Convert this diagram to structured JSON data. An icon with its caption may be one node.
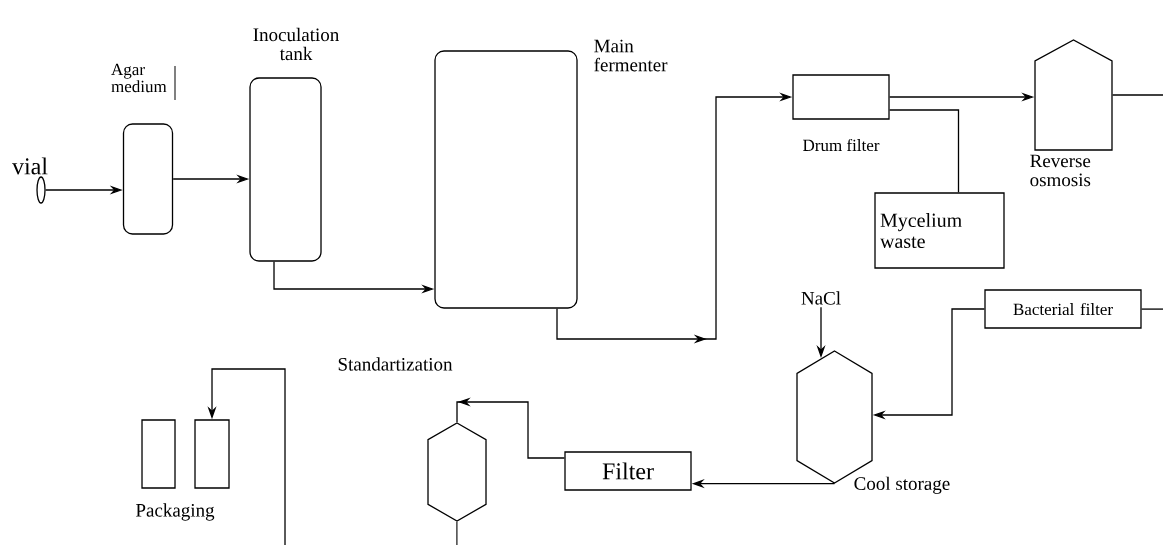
{
  "diagram": {
    "nodes": [
      {
        "text": [
          "vial"
        ]
      },
      {
        "text": [
          "Agar medium"
        ]
      },
      {
        "text": [
          "Inoculation tank"
        ]
      },
      {
        "text": [
          "Main fermenter"
        ]
      },
      {
        "text": [
          "Drum filter"
        ]
      },
      {
        "text": [
          "Mycelium waste"
        ]
      },
      {
        "text": [
          "Reverse osmosis"
        ]
      },
      {
        "text": [
          "Bacterial filter"
        ]
      },
      {
        "text": [
          "NaCl"
        ]
      },
      {
        "text": [
          "Cool storage"
        ]
      },
      {
        "text": [
          "Filter"
        ]
      },
      {
        "text": [
          "Standartization"
        ]
      },
      {
        "text": [],
        "shape": "box"
      },
      {
        "text": [
          "Packaging"
        ]
      }
    ],
    "edges": [
      {
        "from": 0,
        "to": 1,
        "arrow": "to"
      },
      {
        "from": 1,
        "to": 2,
        "arrow": "to"
      },
      {
        "from": 2,
        "to": 3,
        "arrow": "to"
      },
      {
        "from": 3,
        "to": 4,
        "arrow": "to"
      },
      {
        "from": 4,
        "to": 6,
        "arrow": "to"
      },
      {
        "from": 4,
        "to": 5,
        "arrow": "none"
      },
      {
        "from": 6,
        "to": null,
        "arrow": "none"
      },
      {
        "from": null,
        "to": 7,
        "arrow": "none"
      },
      {
        "from": 7,
        "to": 9,
        "arrow": "to"
      },
      {
        "from": 8,
        "to": 9,
        "arrow": "to"
      },
      {
        "from": 9,
        "to": 10,
        "arrow": "to"
      },
      {
        "from": 10,
        "to": 11,
        "arrow": "to"
      },
      {
        "from": 11,
        "to": null,
        "arrow": "none"
      },
      {
        "from": null,
        "to": 13,
        "arrow": "to"
      }
    ]
  }
}
